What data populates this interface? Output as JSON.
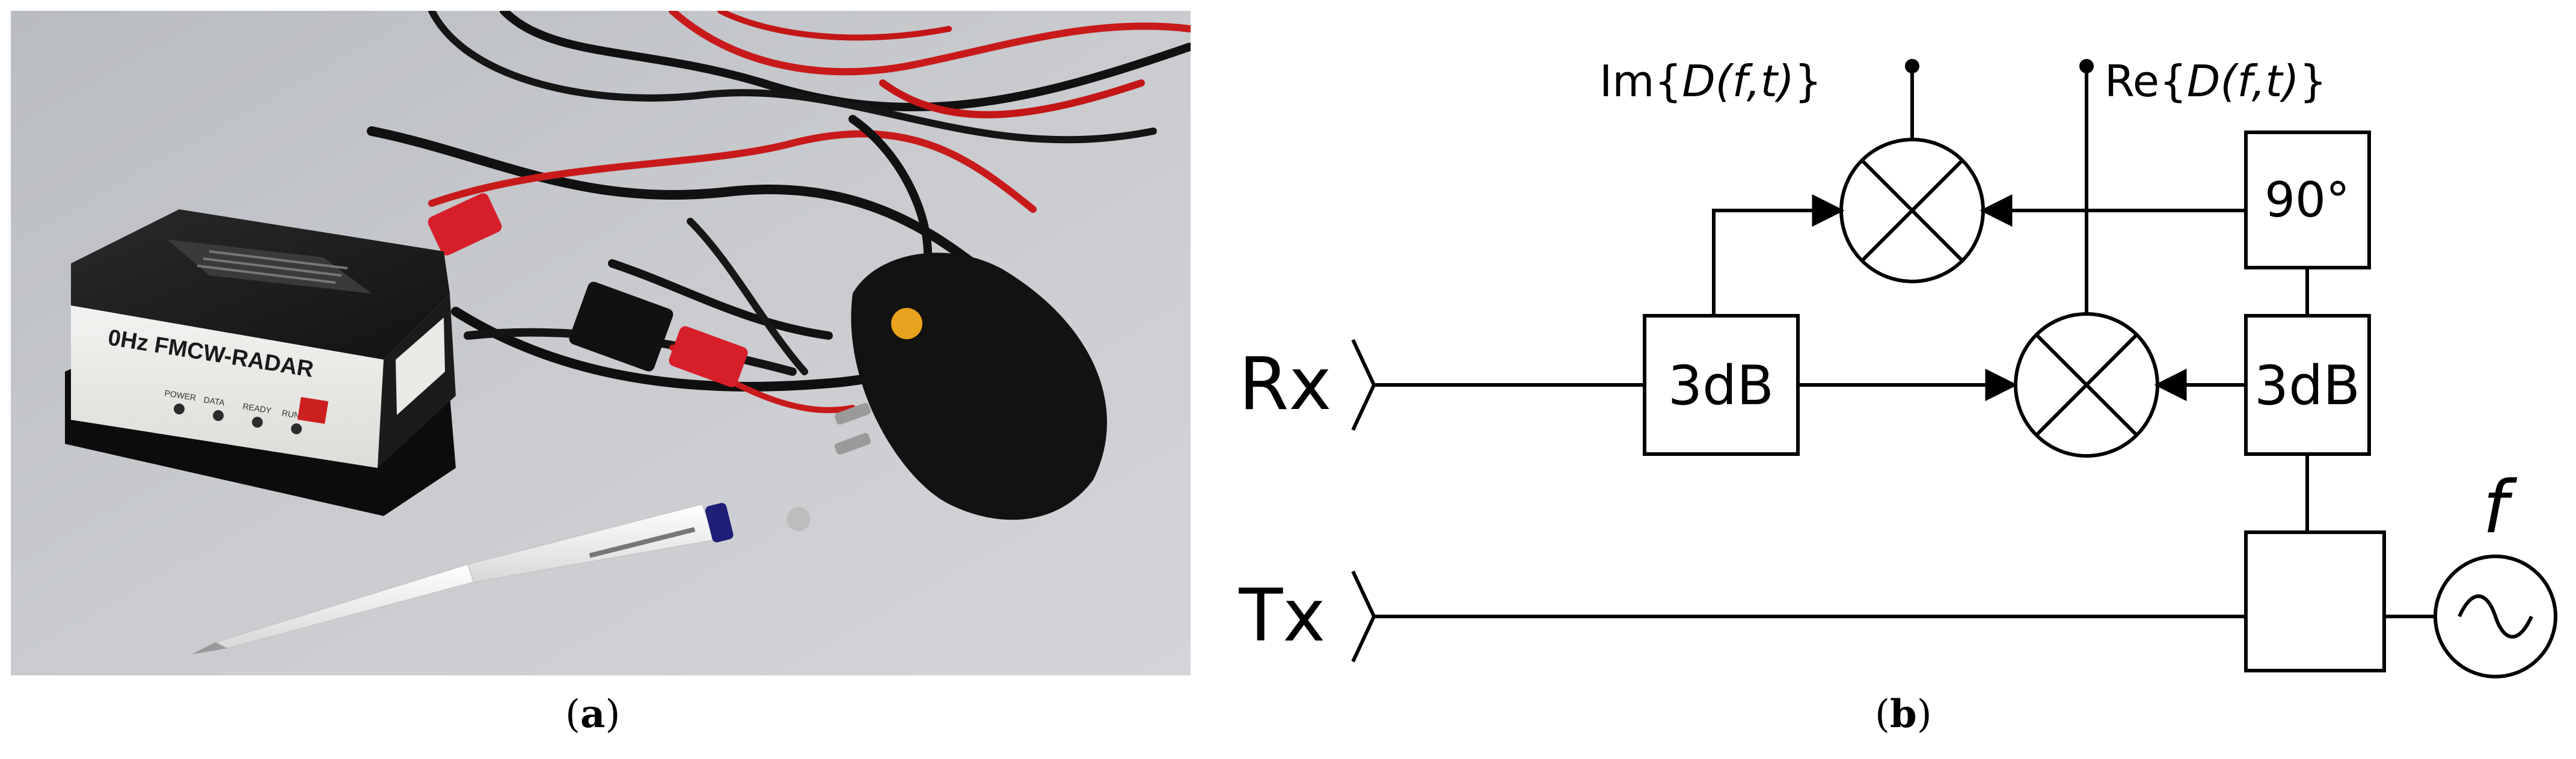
{
  "captions": {
    "a": "a",
    "b": "b"
  },
  "photo": {
    "device_label": "0Hz FMCW-RADAR",
    "led_labels": [
      "POWER",
      "DATA",
      "READY",
      "RUN"
    ]
  },
  "diagram": {
    "rx_label": "Rx",
    "tx_label": "Tx",
    "splitter_left_label": "3dB",
    "splitter_right_label": "3dB",
    "phase_shift_label": "90°",
    "im_output_label": "Im{",
    "im_output_func": "D(f,t)",
    "im_output_close": "}",
    "re_output_label": "Re{",
    "re_output_func": "D(f,t)",
    "re_output_close": "}",
    "oscillator_label": "f"
  }
}
